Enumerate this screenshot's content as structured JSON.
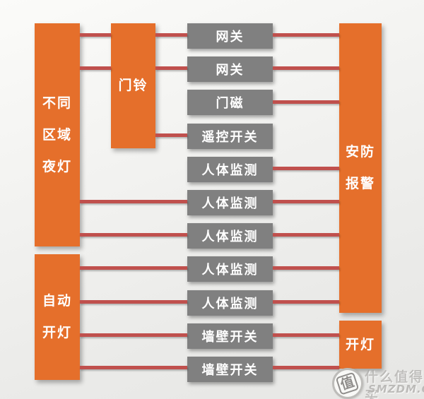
{
  "diagram": {
    "scenes": {
      "night_light": {
        "lines": [
          "不同",
          "区域",
          "夜灯"
        ]
      },
      "auto_light": {
        "lines": [
          "自动",
          "开灯"
        ]
      },
      "doorbell": {
        "label": "门铃"
      },
      "security_alarm": {
        "lines": [
          "安防",
          "报警"
        ]
      },
      "light_on": {
        "label": "开灯"
      }
    },
    "devices": [
      {
        "label": "网关"
      },
      {
        "label": "网关"
      },
      {
        "label": "门磁"
      },
      {
        "label": "遥控开关"
      },
      {
        "label": "人体监测"
      },
      {
        "label": "人体监测"
      },
      {
        "label": "人体监测"
      },
      {
        "label": "人体监测"
      },
      {
        "label": "人体监测"
      },
      {
        "label": "墙壁开关"
      },
      {
        "label": "墙壁开关"
      }
    ],
    "connections": {
      "night_light_to_doorbell_rows": [
        1,
        2
      ],
      "night_light_to_device_rows": [
        6,
        7
      ],
      "doorbell_to_device_rows": [
        1,
        2,
        4
      ],
      "auto_light_to_device_rows": [
        8,
        9,
        10,
        11
      ],
      "device_to_security_alarm_rows": [
        1,
        2,
        3,
        5,
        6,
        7,
        8,
        9
      ],
      "device_to_light_on_rows": [
        10,
        11
      ]
    },
    "colors": {
      "scene_box": "#e56f2b",
      "device_box": "#808080",
      "connector": "#c0504d",
      "label_text": "#ffffff"
    }
  },
  "watermark": {
    "stamp_char": "值",
    "site_name": "什么值得买",
    "site_domain": "SMZDM.COM"
  }
}
